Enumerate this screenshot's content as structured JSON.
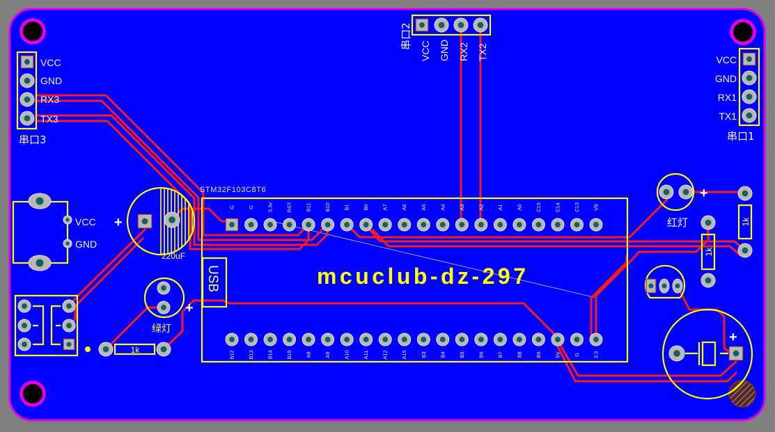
{
  "colors": {
    "background": "#808080",
    "board": "#0000ff",
    "board_outline": "#e000e0",
    "silkscreen": "#ffff00",
    "silk_text": "#f6f6f6",
    "track": "#ff1a1a",
    "pad": "#b8b8b8"
  },
  "uart3": {
    "title": "串口3",
    "pins": [
      "VCC",
      "GND",
      "RX3",
      "TX3"
    ]
  },
  "uart2": {
    "title": "串口2",
    "pins": [
      "VCC",
      "GND",
      "RX2",
      "TX2"
    ]
  },
  "uart1": {
    "title": "串口1",
    "pins": [
      "VCC",
      "GND",
      "RX1",
      "TX1"
    ]
  },
  "power_in": {
    "pins": [
      "VCC",
      "GND"
    ]
  },
  "capacitor_220": {
    "polarity": "+",
    "value": "220uF"
  },
  "mcu": {
    "part": "STM32F103C8T6",
    "usb": "USB",
    "top_pins": [
      "G",
      "G",
      "3.3v",
      "RST",
      "B11",
      "B10",
      "B1",
      "B0",
      "A7",
      "A6",
      "A5",
      "A4",
      "A3",
      "A2",
      "A1",
      "A0",
      "C15",
      "C14",
      "C13",
      "VB"
    ],
    "bottom_pins": [
      "B12",
      "B13",
      "B14",
      "B15",
      "A8",
      "A9",
      "A10",
      "A11",
      "A12",
      "A15",
      "B3",
      "B4",
      "B5",
      "B6",
      "B7",
      "B8",
      "B9",
      "5V",
      "G",
      "3.3"
    ]
  },
  "board_name": "mcuclub-dz-297",
  "green_led": {
    "polarity": "+",
    "label": "绿灯"
  },
  "resistor_bottom": {
    "value": "1k"
  },
  "red_led": {
    "polarity": "+",
    "label": "红灯"
  },
  "resistor_right_1": {
    "value": "1k"
  },
  "resistor_right_2": {
    "value": "1k"
  },
  "capacitor_big": {
    "polarity": "+"
  }
}
